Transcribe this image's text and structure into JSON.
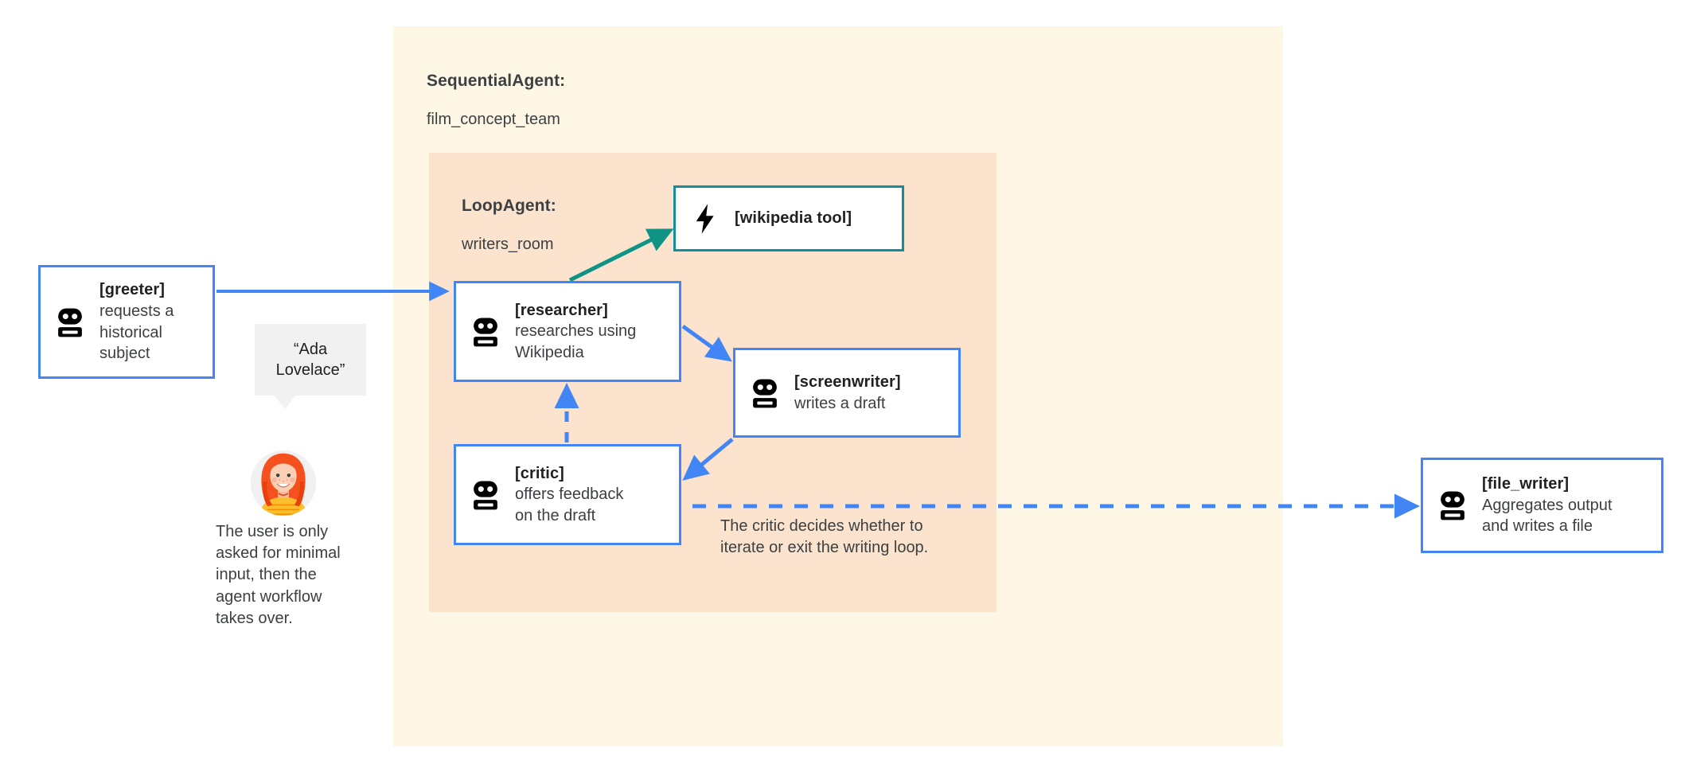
{
  "diagram": {
    "title_sequential": {
      "type_label": "SequentialAgent:",
      "name_label": "film_concept_team"
    },
    "title_loop": {
      "type_label": "LoopAgent:",
      "name_label": "writers_room"
    },
    "colors": {
      "outer_container_bg": "#FEF7E6",
      "inner_container_bg": "#FBE3CE",
      "agent_border": "#4285F4",
      "tool_border": "#128E9C",
      "arrow_blue": "#4285F4",
      "arrow_teal": "#0E9384",
      "bubble_bg": "#F1F1F1",
      "text": "#3C4043"
    },
    "nodes": [
      {
        "id": "greeter",
        "icon": "robot-icon",
        "name": "[greeter]",
        "description": "requests a\nhistorical\nsubject",
        "border_style": "agent"
      },
      {
        "id": "researcher",
        "icon": "robot-icon",
        "name": "[researcher]",
        "description": "researches using\nWikipedia",
        "border_style": "agent"
      },
      {
        "id": "wikipedia",
        "icon": "lightning-bolt-icon",
        "name": "[wikipedia tool]",
        "description": "",
        "border_style": "tool"
      },
      {
        "id": "screenwriter",
        "icon": "robot-icon",
        "name": "[screenwriter]",
        "description": "writes a draft",
        "border_style": "agent"
      },
      {
        "id": "critic",
        "icon": "robot-icon",
        "name": "[critic]",
        "description": "offers feedback\non the draft",
        "border_style": "agent"
      },
      {
        "id": "file_writer",
        "icon": "robot-icon",
        "name": "[file_writer]",
        "description": "Aggregates output\nand writes a file",
        "border_style": "agent"
      }
    ],
    "speech_bubble": {
      "text": "“Ada\nLovelace”"
    },
    "captions": {
      "user_note": "The user is only\nasked for minimal\ninput, then the\nagent workflow\ntakes over.",
      "loop_note": "The critic decides whether to\niterate or exit the writing loop."
    },
    "edges": [
      {
        "from": "greeter",
        "to": "researcher",
        "style": "solid",
        "color": "#4285F4"
      },
      {
        "from": "researcher",
        "to": "wikipedia",
        "style": "solid",
        "color": "#0E9384"
      },
      {
        "from": "researcher",
        "to": "screenwriter",
        "style": "solid",
        "color": "#4285F4"
      },
      {
        "from": "screenwriter",
        "to": "critic",
        "style": "solid",
        "color": "#4285F4"
      },
      {
        "from": "critic",
        "to": "researcher",
        "style": "dashed",
        "color": "#4285F4"
      },
      {
        "from": "critic",
        "to": "file_writer",
        "style": "dashed",
        "color": "#4285F4"
      }
    ]
  }
}
